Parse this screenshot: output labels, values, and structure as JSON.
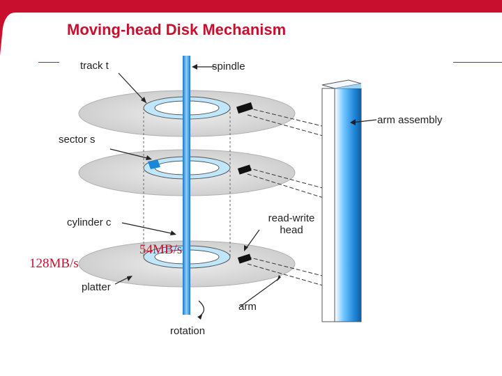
{
  "slide": {
    "title": "Moving-head Disk Mechanism",
    "accent_color": "#c8102e"
  },
  "labels": {
    "track": "track t",
    "spindle": "spindle",
    "arm_assembly": "arm assembly",
    "sector": "sector s",
    "cylinder": "cylinder c",
    "read_write_line1": "read-write",
    "read_write_line2": "head",
    "platter": "platter",
    "arm": "arm",
    "rotation": "rotation"
  },
  "annotations": {
    "outer_speed": "128MB/s",
    "inner_speed": "54MB/s"
  }
}
